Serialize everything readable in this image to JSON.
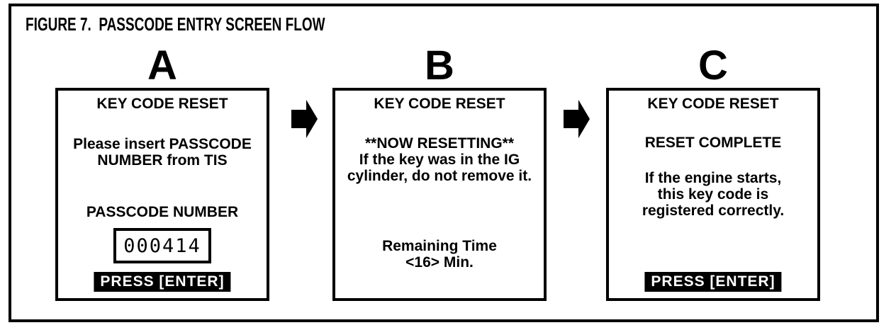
{
  "figure_title": "FIGURE 7.  PASSCODE ENTRY SCREEN FLOW",
  "colors": {
    "ink": "#000000",
    "paper": "#ffffff"
  },
  "flow": {
    "arrow_icon": "block-arrow-right",
    "panels": [
      {
        "letter": "A",
        "screen_title": "KEY CODE RESET",
        "message_lines": [
          "Please insert PASSCODE",
          "NUMBER from TIS"
        ],
        "field_label": "PASSCODE NUMBER",
        "field_value": "000414",
        "button_label": "PRESS [ENTER]"
      },
      {
        "letter": "B",
        "screen_title": "KEY CODE RESET",
        "message_lines": [
          "**NOW RESETTING**",
          "If the key was in the IG",
          "cylinder, do not remove it."
        ],
        "status_lines": [
          "Remaining Time",
          "<16> Min."
        ]
      },
      {
        "letter": "C",
        "screen_title": "KEY CODE RESET",
        "status": "RESET COMPLETE",
        "message_lines": [
          "If the engine starts,",
          "this key code is",
          "registered correctly."
        ],
        "button_label": "PRESS [ENTER]"
      }
    ]
  }
}
